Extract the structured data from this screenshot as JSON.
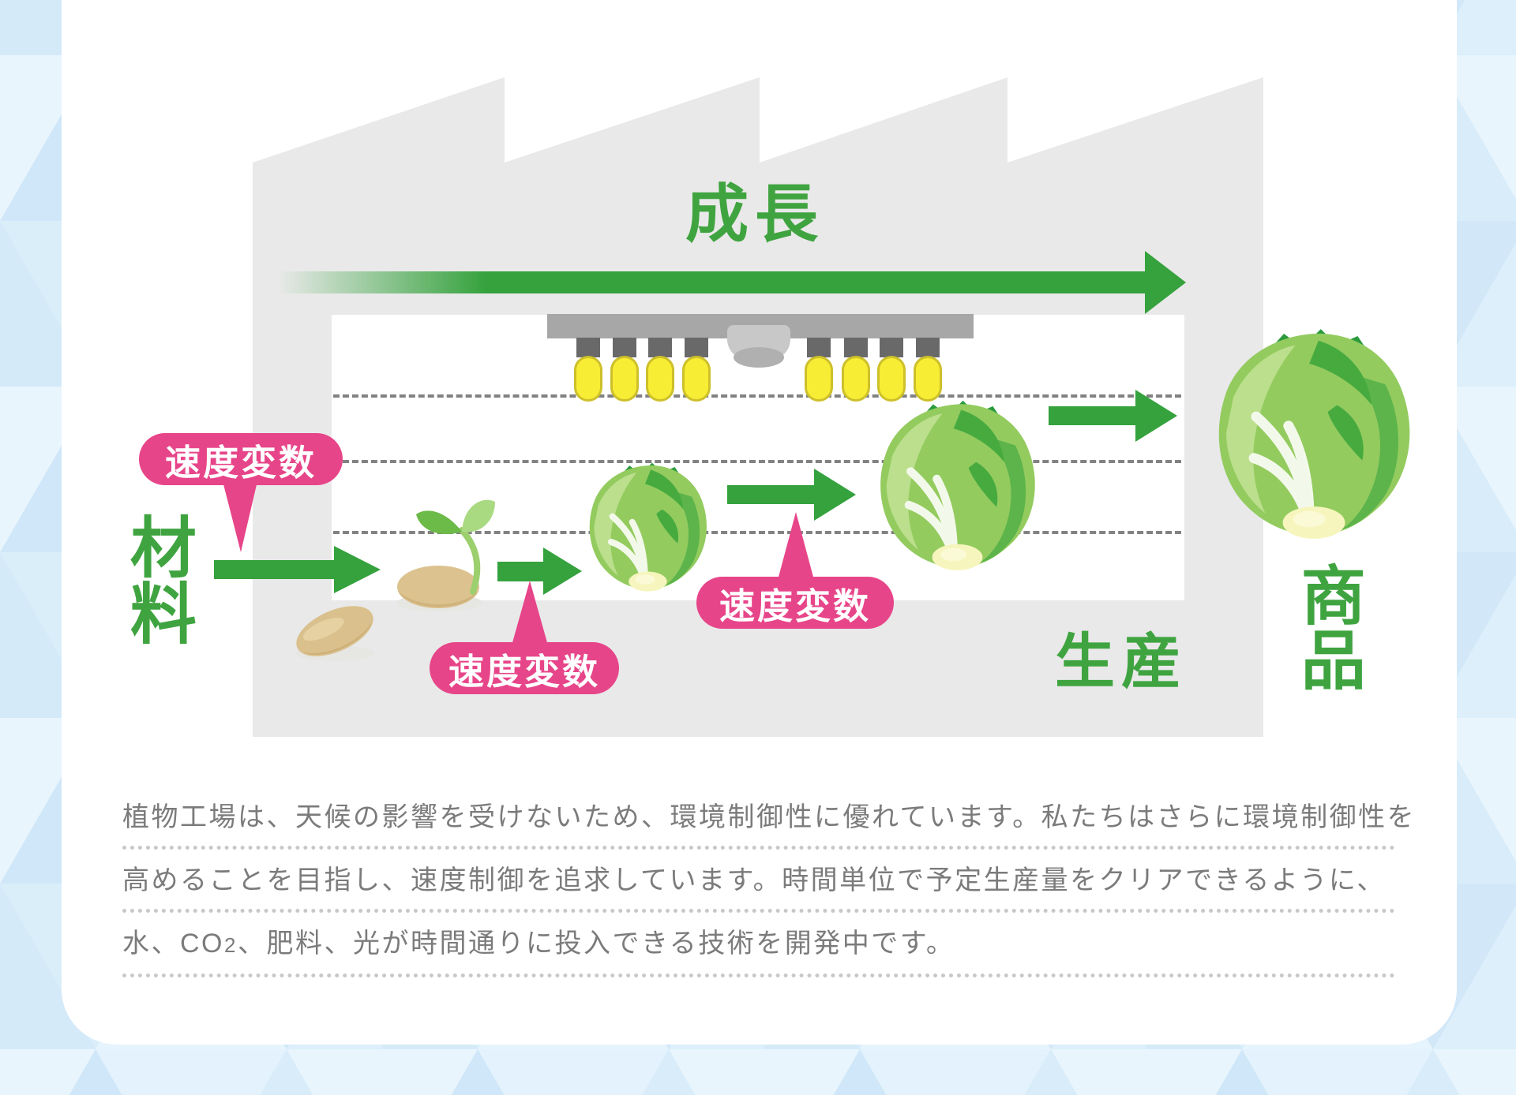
{
  "title": "成長",
  "labels": {
    "material": "材料",
    "product": "商品",
    "production": "生産"
  },
  "badges": [
    {
      "label": "速度変数"
    },
    {
      "label": "速度変数"
    },
    {
      "label": "速度変数"
    }
  ],
  "paragraph": {
    "line1": "植物工場は、天候の影響を受けないため、環境制御性に優れています。私たちはさらに環境制御性を",
    "line2": "高めることを目指し、速度制御を追求しています。時間単位で予定生産量をクリアできるように、",
    "line3_pre": "水、CO",
    "line3_sub": "2",
    "line3_post": "、肥料、光が時間通りに投入できる技術を開発中です。"
  },
  "colors": {
    "accent_green": "#3fa440",
    "arrow_green": "#35a23d",
    "badge_pink": "#e74589",
    "factory_gray": "#e9e9e9",
    "fixture_gray": "#a7a7a7",
    "bulb_yellow": "#f8ed35",
    "text_gray": "#7b7b7b",
    "background_blue": "#dceefb"
  }
}
